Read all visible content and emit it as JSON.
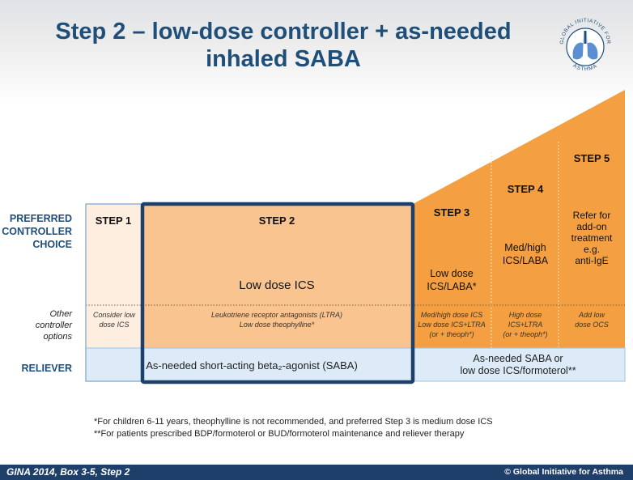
{
  "title": {
    "line1": "Step 2 – low-dose controller + as-needed",
    "line2": "inhaled SABA"
  },
  "logo": {
    "text_top": "GLOBAL INITIATIVE FOR",
    "text_bottom": "ASTHMA",
    "icon": "lungs-icon"
  },
  "row_labels": {
    "preferred_1": "PREFERRED",
    "preferred_2": "CONTROLLER",
    "preferred_3": "CHOICE",
    "other_1": "Other",
    "other_2": "controller",
    "other_3": "options",
    "reliever": "RELIEVER"
  },
  "steps": [
    {
      "label": "STEP 1",
      "preferred": [],
      "other": [
        "Consider low",
        "dose ICS"
      ]
    },
    {
      "label": "STEP 2",
      "preferred": [
        "Low dose ICS"
      ],
      "other": [
        "Leukotriene receptor antagonists (LTRA)",
        "Low dose theophylline*"
      ]
    },
    {
      "label": "STEP 3",
      "preferred": [
        "Low dose",
        "ICS/LABA*"
      ],
      "other": [
        "Med/high dose ICS",
        "Low dose ICS+LTRA",
        "(or + theoph*)"
      ]
    },
    {
      "label": "STEP 4",
      "preferred": [
        "Med/high",
        "ICS/LABA"
      ],
      "other": [
        "High dose",
        "ICS+LTRA",
        "(or + theoph*)"
      ]
    },
    {
      "label": "STEP 5",
      "preferred": [
        "Refer for",
        "add-on",
        "treatment",
        "e.g.",
        "anti-IgE"
      ],
      "other": [
        "Add low",
        "dose OCS"
      ]
    }
  ],
  "reliever": {
    "left": "As-needed short-acting beta₂-agonist (SABA)",
    "right_1": "As-needed SABA or",
    "right_2": "low dose ICS/formoterol**"
  },
  "footnotes": [
    "*For children 6-11 years, theophylline  is not recommended, and preferred Step 3 is medium dose ICS",
    "**For patients prescribed BDP/formoterol or BUD/formoterol maintenance and reliever therapy"
  ],
  "footer": {
    "left": "GINA 2014, Box 3-5, Step 2",
    "right": "© Global Initiative for Asthma"
  },
  "colors": {
    "navy": "#1f4e79",
    "step1_fill": "#fdeee0",
    "step2_fill": "#f9c48f",
    "step3_5_fill": "#f4a042",
    "reliever_fill": "#dcebf7",
    "highlight_border": "#1f3f6b"
  }
}
